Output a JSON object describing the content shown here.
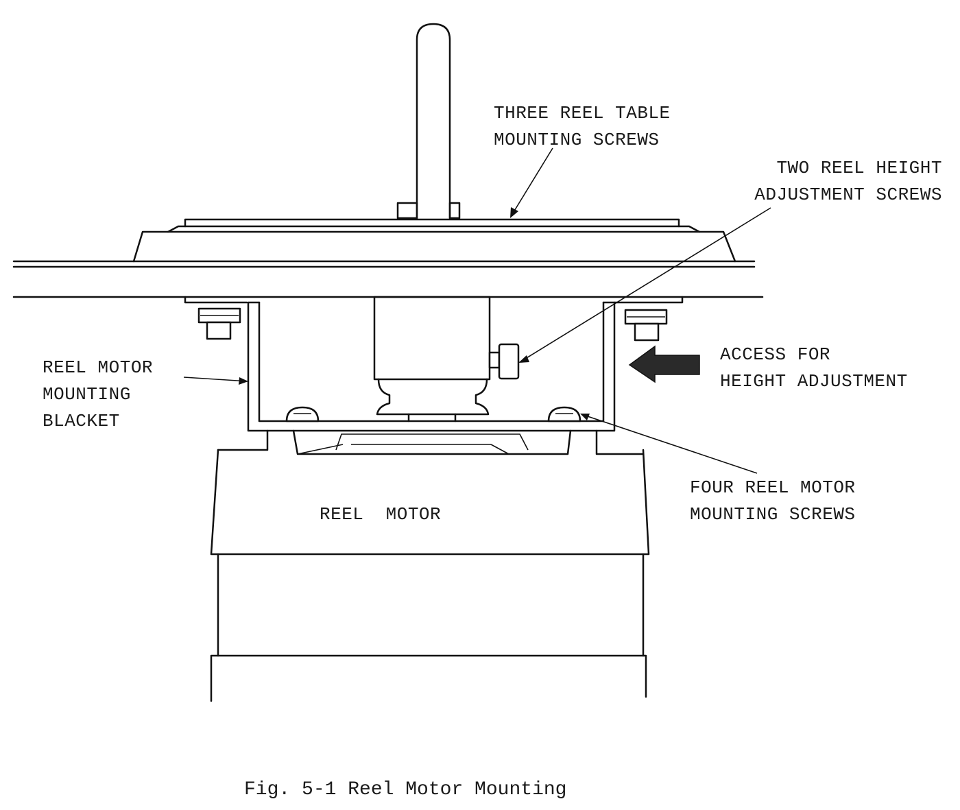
{
  "labels": {
    "reel_table_screws": [
      "THREE REEL TABLE",
      "MOUNTING SCREWS"
    ],
    "height_adjust_screws": [
      "TWO REEL HEIGHT",
      "ADJUSTMENT SCREWS"
    ],
    "access": [
      "ACCESS FOR",
      "HEIGHT ADJUSTMENT"
    ],
    "bracket": [
      "REEL MOTOR",
      "MOUNTING",
      "BLACKET"
    ],
    "motor_screws": [
      "FOUR REEL MOTOR",
      "MOUNTING SCREWS"
    ],
    "motor": "REEL  MOTOR"
  },
  "caption": "Fig. 5-1 Reel Motor Mounting",
  "colors": {
    "line": "#111111",
    "arrow_fill": "#2a2a2a",
    "background": "#ffffff"
  }
}
